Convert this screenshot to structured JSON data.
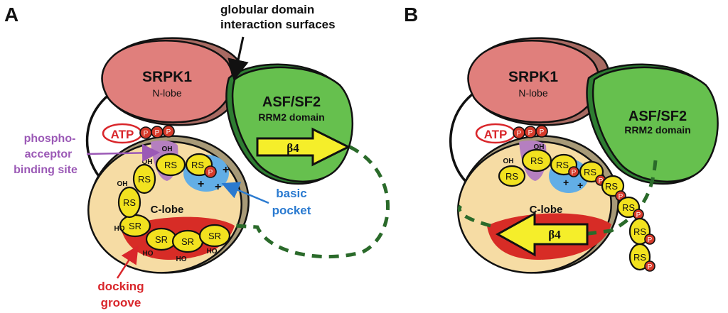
{
  "panels": {
    "a_label": "A",
    "b_label": "B"
  },
  "proteins": {
    "kinase_name": "SRPK1",
    "n_lobe": "N-lobe",
    "c_lobe": "C-lobe",
    "substrate_name": "ASF/SF2",
    "substrate_domain": "RRM2 domain",
    "strand": "β4",
    "atp": "ATP"
  },
  "annotations": {
    "globular_line1": "globular domain",
    "globular_line2": "interaction surfaces",
    "phospho_line1": "phospho-",
    "phospho_line2": "acceptor",
    "phospho_line3": "binding site",
    "basic_line1": "basic",
    "basic_line2": "pocket",
    "docking_line1": "docking",
    "docking_line2": "groove"
  },
  "residues": {
    "rs": "RS",
    "sr": "SR",
    "p": "P",
    "oh": "OH",
    "ho": "HO",
    "plus": "+"
  },
  "colors": {
    "n_lobe": "#e07f7c",
    "n_lobe_shadow": "#a86a62",
    "c_lobe": "#f6dca4",
    "substrate": "#66c04e",
    "substrate_shadow": "#2e7d32",
    "docking_groove": "#d72c26",
    "basic_pocket": "#62aee6",
    "acceptor_site": "#b57fc0",
    "bead": "#f2e21f",
    "phospho": "#d63a2a",
    "phospho_label": "#9b59b6",
    "basic_label": "#2a7ad0",
    "docking_label": "#d9262b",
    "dashed_strand": "#2a6a2a"
  }
}
